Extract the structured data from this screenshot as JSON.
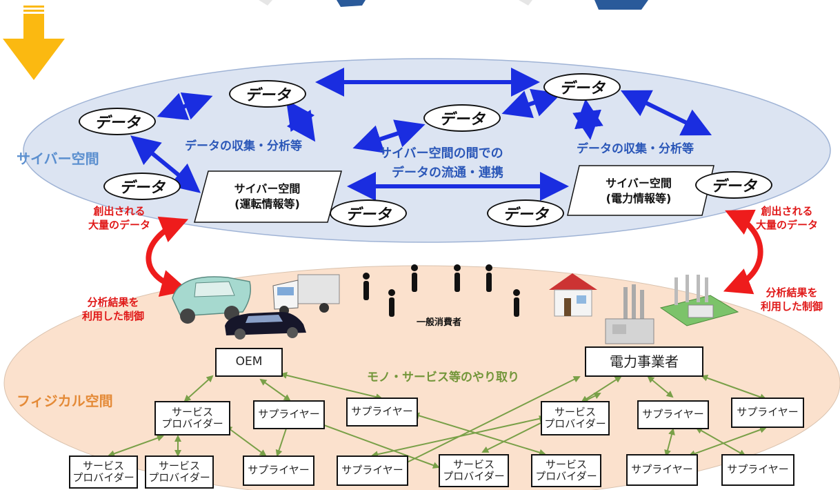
{
  "cyber": {
    "title": "サイバー空間",
    "data_label": "データ",
    "collect_left": "データの収集・分析等",
    "collect_right": "データの収集・分析等",
    "flow_line1": "サイバー空間の間での",
    "flow_line2": "データの流通・連携",
    "box_left_line1": "サイバー空間",
    "box_left_line2": "(運転情報等)",
    "box_right_line1": "サイバー空間",
    "box_right_line2": "(電力情報等)"
  },
  "links": {
    "left_line1": "創出される",
    "left_line2": "大量のデータ",
    "left_ctrl_line1": "分析結果を",
    "left_ctrl_line2": "利用した制御",
    "right_line1": "創出される",
    "right_line2": "大量のデータ",
    "right_ctrl_line1": "分析結果を",
    "right_ctrl_line2": "利用した制御"
  },
  "physical": {
    "title": "フィジカル空間",
    "consumers": "一般消費者",
    "exchange": "モノ・サービス等のやり取り",
    "oem": "OEM",
    "power": "電力事業者",
    "supplier": "サプライヤー",
    "provider_line1": "サービス",
    "provider_line2": "プロバイダー"
  },
  "icons": [
    "down-arrow-icon",
    "car-icon",
    "truck-icon",
    "sedan-icon",
    "person-icon",
    "house-icon",
    "factory-icon",
    "power-plant-icon"
  ],
  "colors": {
    "cyber_fill": "#dce4f2",
    "physical_fill": "#fbe1cd",
    "blue_arrow": "#1a2de0",
    "red_arrow": "#ee1c1c",
    "green_line": "#79a048",
    "cyber_title": "#5b8fcf",
    "physical_title": "#e48a37",
    "gold_arrow": "#fbb911"
  }
}
